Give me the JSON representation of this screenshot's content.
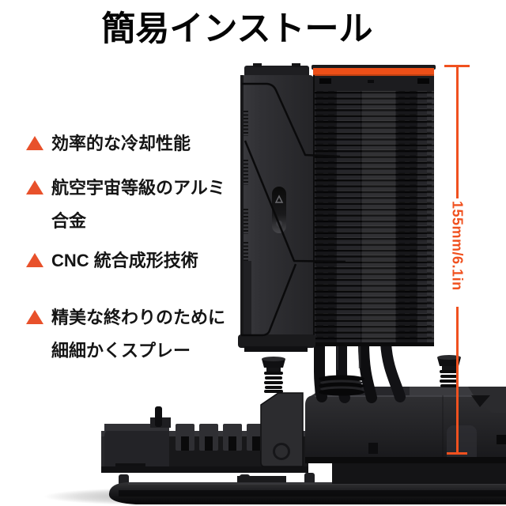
{
  "title": {
    "text": "簡易インストール"
  },
  "features": {
    "items": [
      {
        "line1": "効率的な冷却性能"
      },
      {
        "line1": "航空宇宙等級のアルミ",
        "line2": "合金"
      },
      {
        "line1": "CNC 統合成形技術"
      },
      {
        "line1": "精美な終わりのために",
        "line2": "細細かくスプレー"
      }
    ]
  },
  "dimension": {
    "label": "155mm/6.1in"
  },
  "product": {
    "description": "黒いタワー型CPUエアクーラー（側面図、ファン・フィン・ヒートパイプ・スプリングねじ・マザーボード土台）"
  },
  "colors": {
    "bullet_orange": "#E8512B",
    "dimension_orange": "#F0511F",
    "heatsink_accent_orange": "#ED4F18",
    "product_black": "#1b1b1d",
    "background": "#ffffff",
    "text": "#151515"
  }
}
